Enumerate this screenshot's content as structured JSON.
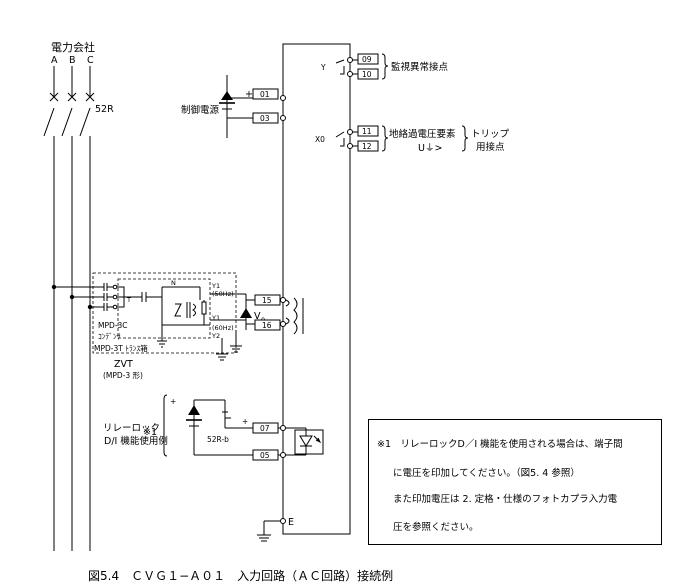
{
  "supply": {
    "title": "電力会社",
    "phases": [
      "A",
      "B",
      "C"
    ],
    "breaker": "52R"
  },
  "relay_terminals": {
    "t01": "01",
    "t03": "03",
    "t09": "09",
    "t10": "10",
    "t11": "11",
    "t12": "12",
    "t15": "15",
    "t16": "16",
    "t07": "07",
    "t05": "05",
    "E": "E"
  },
  "labels": {
    "control_power": "制御電源",
    "monitor_contact": "監視異常接点",
    "y_contact": "Y",
    "x0_contact": "X0",
    "ground_overvoltage": "地絡過電圧要素",
    "ground_symbol": "U⏚>",
    "trip_line1": "トリップ",
    "trip_line2": "用接点",
    "plus": "+",
    "v0": "V",
    "v0_sub": "0"
  },
  "zvt": {
    "n": "N",
    "t": "T",
    "y1_50": "Y1",
    "hz50": "(50Hz)",
    "y1_60": "Y1",
    "hz60": "(60Hz)",
    "y2": "Y2",
    "mpd3c": "MPD-3C",
    "capacitor": "ｺﾝﾃﾞﾝｻ",
    "mpd3t": "MPD-3T ﾄﾗﾝｽ箱",
    "name": "ZVT",
    "model": "(MPD-3 形)"
  },
  "di": {
    "title1": "リレーロック",
    "title2": "D/I 機能使用例",
    "ref": "※1",
    "contact": "52R-b",
    "plus": "+"
  },
  "note": {
    "line1": "※1　リレーロックD／I 機能を使用される場合は、端子間",
    "line2": "に電圧を印加してください。（図5. 4 参照）",
    "line3": "また印加電圧は 2. 定格・仕様のフォトカプラ入力電",
    "line4": "圧を参照ください。"
  },
  "caption": "図5.4　ＣＶＧ１−Ａ０１　入力回路（ＡＣ回路）接続例"
}
